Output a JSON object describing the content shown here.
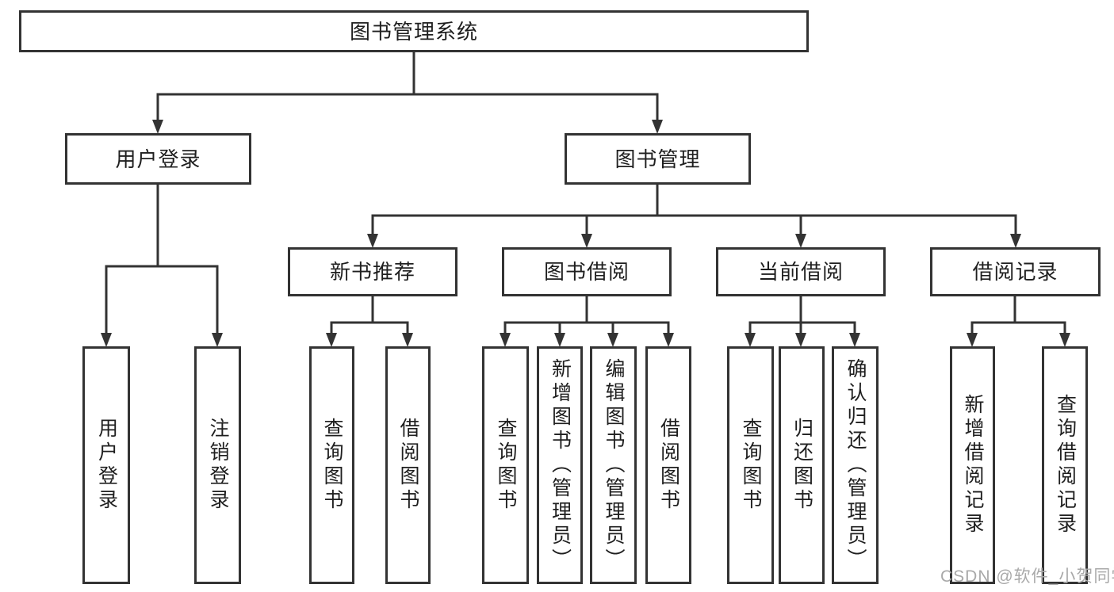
{
  "tree": {
    "label": "图书管理系统",
    "children": [
      {
        "label": "用户登录",
        "children": [
          {
            "label": "用户登录"
          },
          {
            "label": "注销登录"
          }
        ]
      },
      {
        "label": "图书管理",
        "children": [
          {
            "label": "新书推荐",
            "children": [
              {
                "label": "查询图书"
              },
              {
                "label": "借阅图书"
              }
            ]
          },
          {
            "label": "图书借阅",
            "children": [
              {
                "label": "查询图书"
              },
              {
                "label": "新增图书（管理员）"
              },
              {
                "label": "编辑图书（管理员）"
              },
              {
                "label": "借阅图书"
              }
            ]
          },
          {
            "label": "当前借阅",
            "children": [
              {
                "label": "查询图书"
              },
              {
                "label": "归还图书"
              },
              {
                "label": "确认归还（管理员）"
              }
            ]
          },
          {
            "label": "借阅记录",
            "children": [
              {
                "label": "新增借阅记录"
              },
              {
                "label": "查询借阅记录"
              }
            ]
          }
        ]
      }
    ]
  },
  "watermark": "CSDN @软件_小贺同学",
  "colors": {
    "line": "#333333",
    "text": "#1f1f1f",
    "watermark": "#a9a9a9",
    "background": "#ffffff"
  }
}
